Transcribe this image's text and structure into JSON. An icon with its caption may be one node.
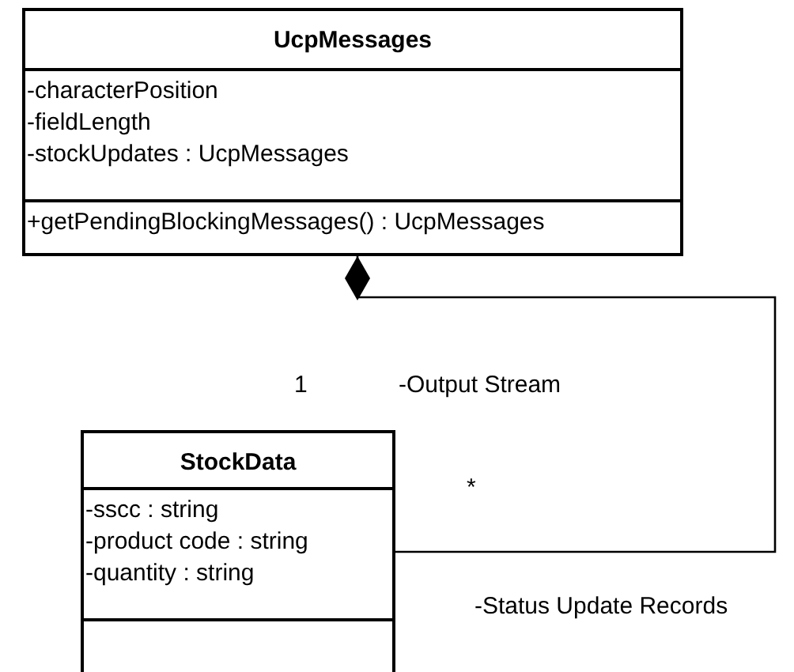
{
  "diagram": {
    "nodes": [
      {
        "text": [
          "UcpMessages"
        ]
      },
      {
        "text": [
          "-characterPosition",
          "-fieldLength",
          "-stockUpdates : UcpMessages"
        ],
        "in": 0
      },
      {
        "text": [
          "+getPendingBlockingMessages() : UcpMessages"
        ],
        "in": 0
      },
      {
        "text": [
          "StockData"
        ]
      },
      {
        "text": [
          "-sscc : string",
          "-product code : string",
          "-quantity : string"
        ],
        "in": 3
      },
      {
        "text": [],
        "shape": "box",
        "in": 3
      }
    ],
    "edges": [
      {
        "from": 3,
        "to": 0,
        "arrow": "other"
      }
    ],
    "labels": [
      "1",
      "-Output Stream",
      "*",
      "-Status Update Records"
    ]
  }
}
